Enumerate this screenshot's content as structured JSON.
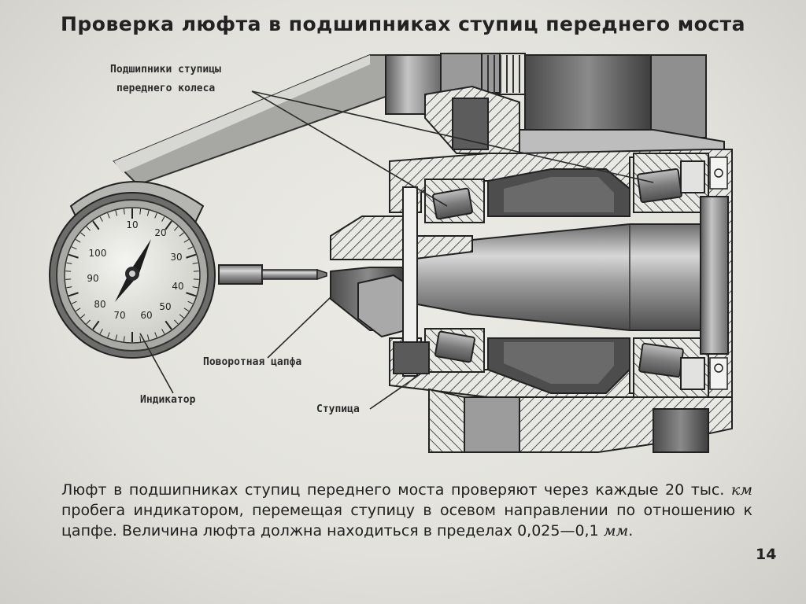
{
  "title": "Проверка люфта в подшипниках ступиц переднего моста",
  "labels": {
    "bearings_line1": "Подшипники ступицы",
    "bearings_line2": "переднего колеса",
    "knuckle": "Поворотная цапфа",
    "indicator": "Индикатор",
    "hub": "Ступица"
  },
  "dial": {
    "scale": [
      "10",
      "20",
      "30",
      "40",
      "50",
      "60",
      "70",
      "80",
      "90",
      "100"
    ]
  },
  "caption": {
    "part1": "Люфт в подшипниках ступиц переднего моста проверяют через каждые 20 тыс. ",
    "unit1": "км",
    "part2": " пробега индикатором, перемещая ступицу в осевом направлении по отношению к цапфе. Величина люфта должна находиться в пределах 0,025—0,1 ",
    "unit2": "мм",
    "part3": "."
  },
  "page_number": "14",
  "colors": {
    "background": "#e6e5df",
    "ink": "#1b1b1b",
    "metal_dark": "#5e5e5e",
    "metal_mid": "#8d8d8d",
    "metal_light": "#c9c9c9"
  }
}
